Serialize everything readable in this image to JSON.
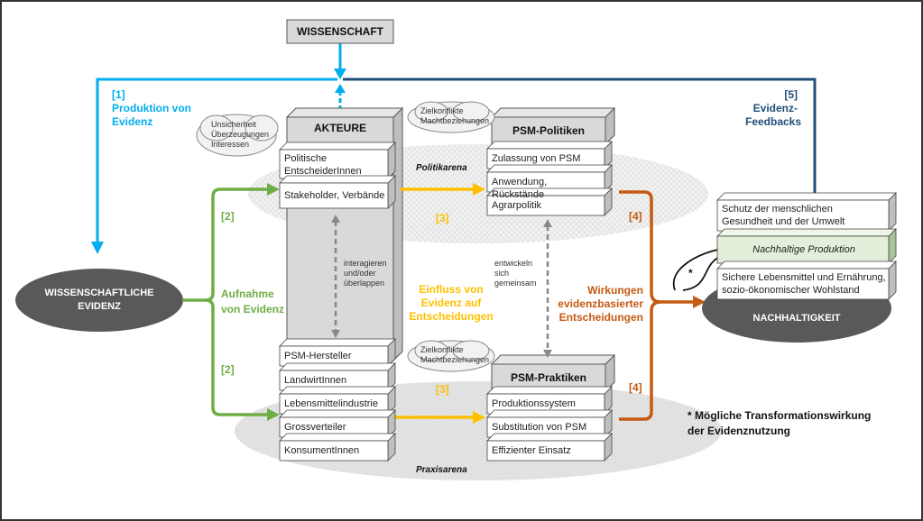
{
  "title_box": "WISSENSCHAFT",
  "science_evidence": "WISSENSCHAFTLICHE EVIDENZ",
  "sustainability": "NACHHALTIGKEIT",
  "colors": {
    "science_blue": "#00AEEF",
    "feedback_navy": "#1F4E79",
    "uptake_green": "#70AD47",
    "influence_yellow": "#FFC000",
    "effects_orange": "#C55A11",
    "ellipse_dark": "#595959",
    "box_grey": "#D9D9D9",
    "green_box": "#E2EFDA"
  },
  "flows": {
    "f1_num": "[1]",
    "f1_label_1": "Produktion von",
    "f1_label_2": "Evidenz",
    "f2_num_a": "[2]",
    "f2_num_b": "[2]",
    "f2_label_1": "Aufnahme",
    "f2_label_2": "von Evidenz",
    "f3_num_a": "[3]",
    "f3_num_b": "[3]",
    "f3_label_1": "Einfluss von",
    "f3_label_2": "Evidenz auf",
    "f3_label_3": "Entscheidungen",
    "f4_num_a": "[4]",
    "f4_num_b": "[4]",
    "f4_label_1": "Wirkungen",
    "f4_label_2": "evidenzbasierter",
    "f4_label_3": "Entscheidungen",
    "f5_num": "[5]",
    "f5_label_1": "Evidenz-",
    "f5_label_2": "Feedbacks"
  },
  "akteure": {
    "header": "AKTEURE",
    "top_items": [
      "Politische EntscheiderInnen",
      "Stakeholder, Verbände"
    ],
    "bottom_items": [
      "PSM-Hersteller",
      "LandwirtInnen",
      "Lebensmittelindustrie",
      "Grossverteiler",
      "KonsumentInnen"
    ],
    "interact_note": [
      "interagieren",
      "und/oder",
      "überlappen"
    ],
    "cloud": [
      "Unsicherheit",
      "Überzeugungen",
      "Interessen"
    ]
  },
  "politik": {
    "header": "PSM-Politiken",
    "items": [
      "Zulassung von PSM",
      "Anwendung, Rückstände",
      "Agrarpolitik"
    ],
    "arena": "Politikarena",
    "cloud": [
      "Zielkonflikte",
      "Machtbeziehungen"
    ]
  },
  "praktiken": {
    "header": "PSM-Praktiken",
    "items": [
      "Produktionssystem",
      "Substitution von PSM",
      "Effizienter Einsatz"
    ],
    "arena": "Praxisarena",
    "cloud": [
      "Zielkonflikte",
      "Machtbeziehungen"
    ]
  },
  "co_develop": [
    "entwickeln",
    "sich",
    "gemeinsam"
  ],
  "outcomes": {
    "items": [
      "Schutz der menschlichen Gesundheit und der Umwelt",
      "Nachhaltige Produktion",
      "Sichere Lebensmittel und Ernährung, sozio-ökonomischer Wohlstand"
    ],
    "star": "*"
  },
  "footnote": {
    "star": "*",
    "line1": "Mögliche Transformationswirkung",
    "line2": "der Evidenznutzung"
  }
}
